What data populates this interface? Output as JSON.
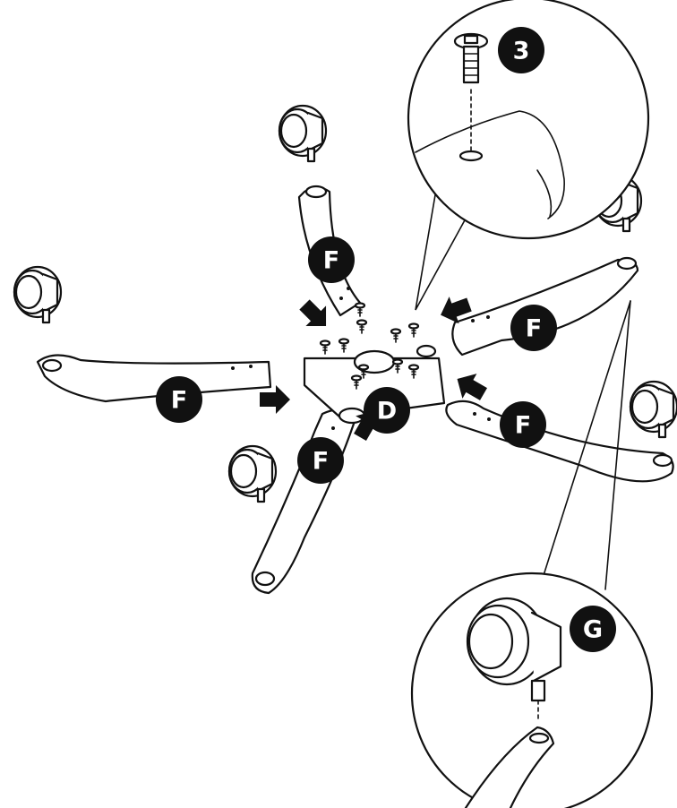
{
  "diagram": {
    "labels": {
      "hub": "D",
      "arm": "F",
      "caster": "G",
      "screw_count": "3"
    },
    "colors": {
      "ink": "#111111",
      "background": "#ffffff",
      "label_text": "#ffffff"
    }
  }
}
